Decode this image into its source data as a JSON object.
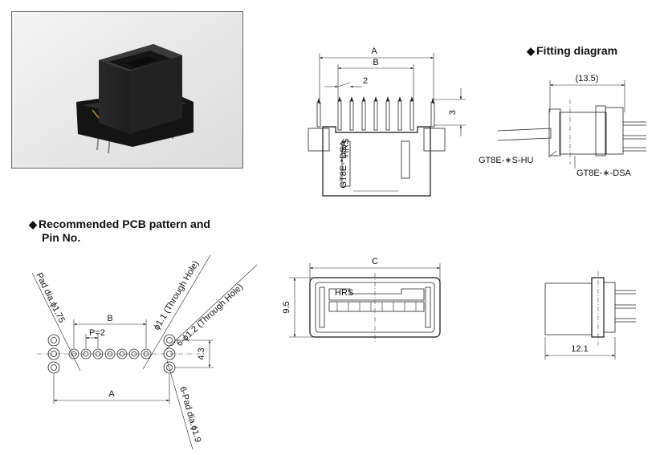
{
  "photo": {
    "subject": "connector-photo"
  },
  "headings": {
    "fitting": "Fitting diagram",
    "pcb_line1": "Recommended PCB pattern and",
    "pcb_line2": "Pin No."
  },
  "side_view": {
    "dim_a": "A",
    "dim_b": "B",
    "dim_pitch": "2",
    "dim_height": "3",
    "body_text_1": "GT8E-*DSA",
    "body_text_2": "HRS"
  },
  "fitting_diagram": {
    "dim_total": "(13.5)",
    "label_plug": "GT8E-∗S-HU",
    "label_receptacle": "GT8E-∗-DSA"
  },
  "pcb_pattern": {
    "pad_dia_small": "Pad dia.ϕ1.75",
    "through_hole_small": "ϕ1.1 (Through Hole)",
    "through_hole_large": "6-ϕ1.2 (Through Hole)",
    "pad_dia_large": "6-Pad dia.ϕ1.9",
    "dim_b": "B",
    "dim_pitch": "P=2",
    "dim_a": "A",
    "dim_row": "4.3"
  },
  "top_view": {
    "dim_c": "C",
    "dim_height": "9.5",
    "mark": "HRS"
  },
  "end_view": {
    "dim_length": "12.1"
  }
}
